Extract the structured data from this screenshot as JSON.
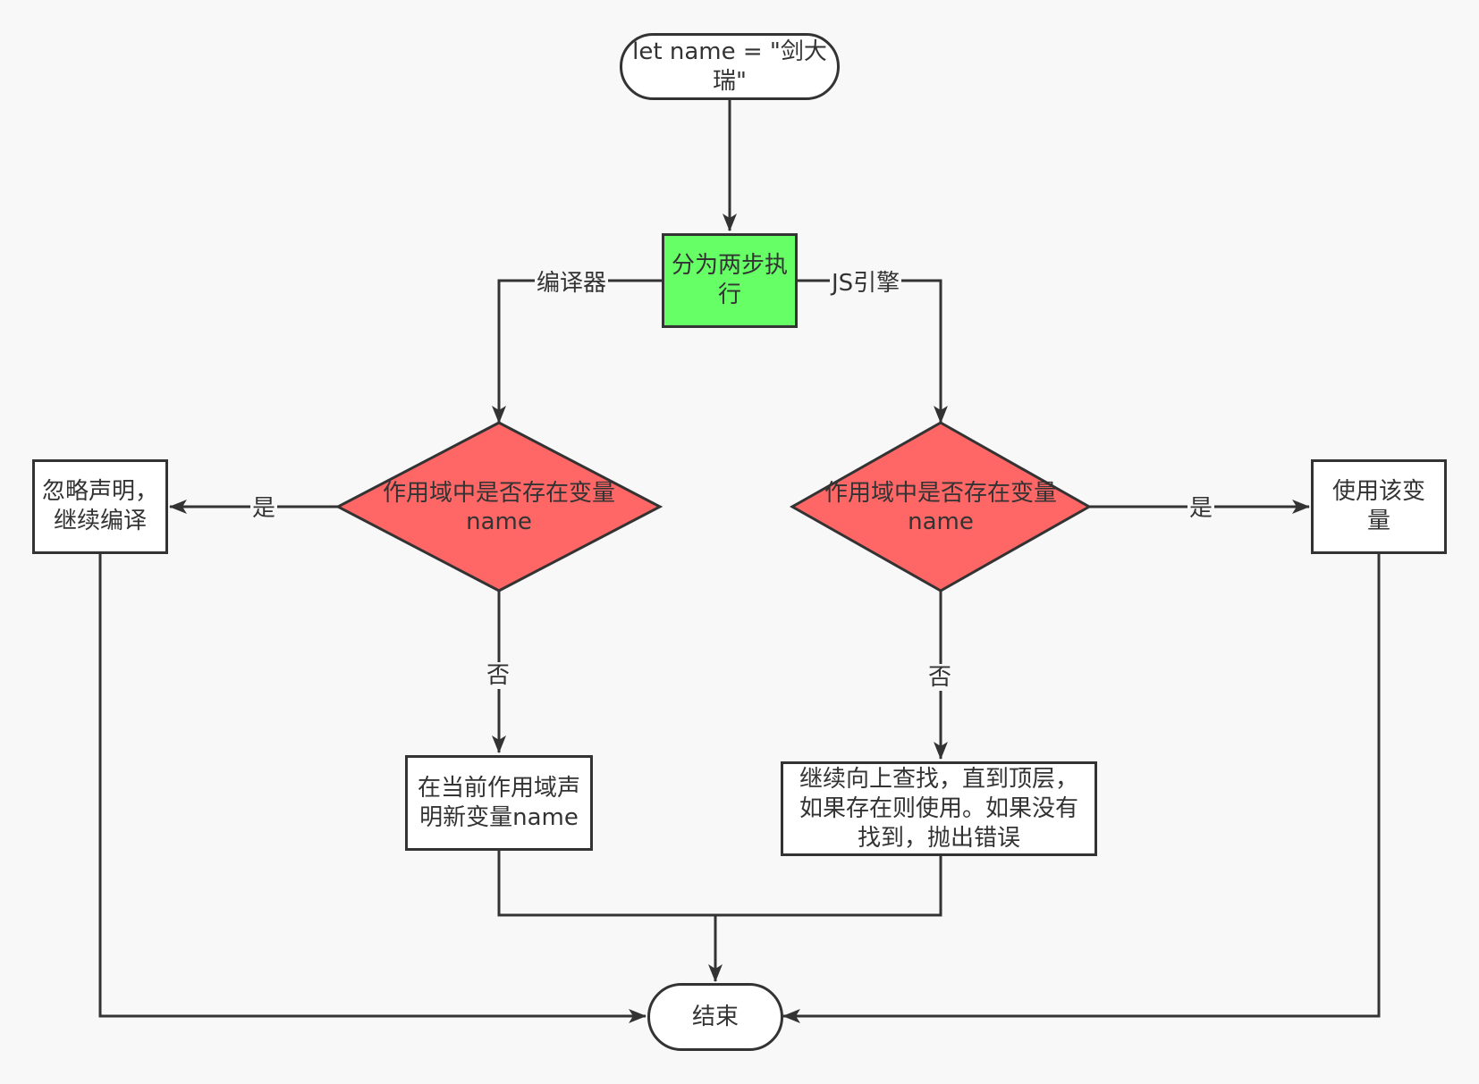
{
  "nodes": {
    "start": "let name = \"剑大瑞\"",
    "split": "分为两步执行",
    "decision_compile": "作用域中是否存在变量name",
    "decision_engine": "作用域中是否存在变量name",
    "ignore": "忽略声明，继续编译",
    "declare": "在当前作用域声明新变量name",
    "lookup": "继续向上查找，直到顶层，如果存在则使用。如果没有找到，抛出错误",
    "use": "使用该变量",
    "end": "结束"
  },
  "edge_labels": {
    "compiler": "编译器",
    "js_engine": "JS引擎",
    "yes_left": "是",
    "yes_right": "是",
    "no_left": "否",
    "no_right": "否"
  },
  "colors": {
    "line": "#333333",
    "start_green": "#66ff66",
    "decision_red": "#ff6666",
    "node_fill": "#ffffff",
    "background": "#f8f8f8"
  }
}
